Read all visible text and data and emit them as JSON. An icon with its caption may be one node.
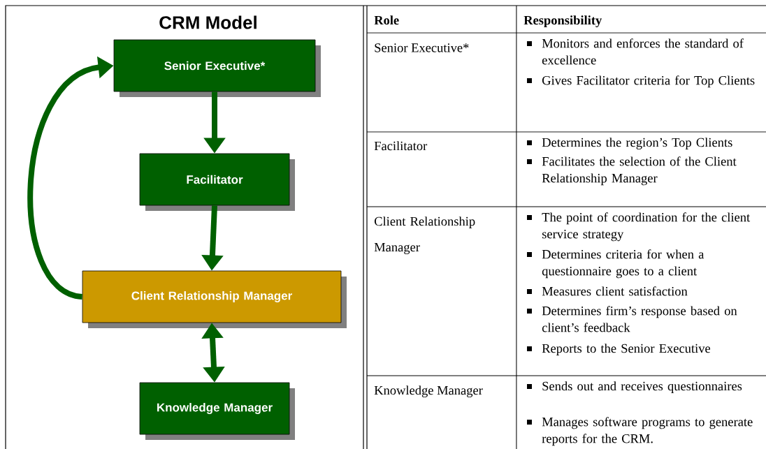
{
  "diagram": {
    "title": "CRM Model",
    "nodes": [
      {
        "text": [
          "Senior Executive*"
        ]
      },
      {
        "text": [
          "Facilitator"
        ]
      },
      {
        "text": [
          "Client Relationship Manager"
        ]
      },
      {
        "text": [
          "Knowledge Manager"
        ]
      }
    ],
    "edges": [
      {
        "from": 0,
        "to": 1,
        "arrow": "to"
      },
      {
        "from": 1,
        "to": 2,
        "arrow": "to"
      },
      {
        "from": 2,
        "to": 3,
        "arrow": "both"
      },
      {
        "from": 2,
        "to": 0,
        "arrow": "to"
      }
    ],
    "labels": [
      "Role",
      "Responsibility",
      "Senior Executive*",
      "Monitors and enforces the standard of excellence",
      "Gives Facilitator criteria for Top Clients",
      "Facilitator",
      "Determines the region’s Top Clients",
      "Facilitates the selection of the Client Relationship Manager",
      "Client Relationship Manager",
      "The point of coordination for the client service strategy",
      "Determines criteria for when a questionnaire goes to a client",
      "Measures client satisfaction",
      "Determines firm’s response based on client’s feedback",
      "Reports to the Senior Executive",
      "Knowledge Manager",
      "Sends out and receives questionnaires",
      "Manages software programs to generate reports for the CRM."
    ]
  }
}
